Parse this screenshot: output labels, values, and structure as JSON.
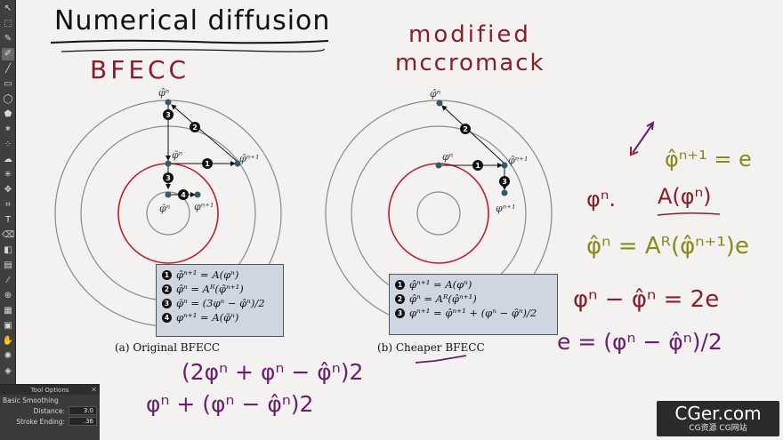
{
  "toolbar": {
    "tools": [
      "pointer-icon",
      "select-icon",
      "brush-icon",
      "line-icon",
      "rect-icon",
      "ellipse-icon",
      "polygon-icon",
      "star-icon",
      "text-icon",
      "eraser-icon",
      "move-icon",
      "zoom-icon",
      "crop-icon",
      "fill-icon",
      "pen-icon",
      "smudge-icon",
      "gradient-icon",
      "picker-icon"
    ]
  },
  "tool_options": {
    "title": "Tool Options",
    "smoothing_label": "Basic Smoothing",
    "distance_label": "Distance:",
    "distance_value": "3.0",
    "stroke_ending_label": "Stroke Ending:",
    "stroke_ending_value": ".36"
  },
  "handwriting": {
    "title": "Numerical diffusion",
    "bfecc": "BFECC",
    "modified": "modified",
    "maccormack": "mccromack",
    "rhs_eq1": "φ̂ⁿ⁺¹ = e",
    "rhs_eq2_left": "φⁿ.",
    "rhs_eq2_right": "A(φⁿ)",
    "rhs_eq3": "φ̂ⁿ = Aᴿ(φ̂ⁿ⁺¹)e",
    "rhs_eq4": "φⁿ − φ̂ⁿ = 2e",
    "rhs_eq5": "e = (φⁿ − φ̂ⁿ)/2",
    "bottom_eq1": "(2φⁿ + φⁿ − φ̂ⁿ)2",
    "bottom_eq2": "φⁿ + (φⁿ − φ̂ⁿ)2"
  },
  "diagram_left": {
    "labels": {
      "top": "φ̂ⁿ",
      "mid": "φ̄ⁿ",
      "right": "φ̂ⁿ⁺¹",
      "bottom": "φ̄ⁿ",
      "end": "φⁿ⁺¹"
    },
    "steps": [
      "1",
      "2",
      "3",
      "4"
    ],
    "legend": [
      {
        "num": "1",
        "text": "φ̂ⁿ⁺¹ = A(φⁿ)"
      },
      {
        "num": "2",
        "text": "φ̂ⁿ = Aᴿ(φ̂ⁿ⁺¹)"
      },
      {
        "num": "3",
        "text": "φ̄ⁿ = (3φⁿ − φ̂ⁿ)/2"
      },
      {
        "num": "4",
        "text": "φⁿ⁺¹ = A(φ̄ⁿ)"
      }
    ],
    "caption": "(a) Original BFECC"
  },
  "diagram_right": {
    "labels": {
      "top": "φ̂ⁿ",
      "mid": "φⁿ",
      "right": "φ̂ⁿ⁺¹",
      "end": "φⁿ⁺¹"
    },
    "steps": [
      "1",
      "2",
      "3"
    ],
    "legend": [
      {
        "num": "1",
        "text": "φ̂ⁿ⁺¹ = A(φⁿ)"
      },
      {
        "num": "2",
        "text": "φ̂ⁿ = Aᴿ(φ̂ⁿ⁺¹)"
      },
      {
        "num": "3",
        "text": "φⁿ⁺¹ = φ̂ⁿ⁺¹ + (φⁿ − φ̂ⁿ)/2"
      }
    ],
    "caption": "(b) Cheaper BFECC"
  },
  "watermark": {
    "title": "CGer.com",
    "subtitle": "CG资源 CG网站"
  },
  "colors": {
    "ink_black": "#111111",
    "ink_red": "#8a1d2a",
    "ink_purple": "#6a1f6e",
    "ink_olive": "#8a8a1a",
    "circle_gray": "#8a8a8a",
    "circle_red": "#c41a2c",
    "node_teal": "#2f5d66"
  }
}
